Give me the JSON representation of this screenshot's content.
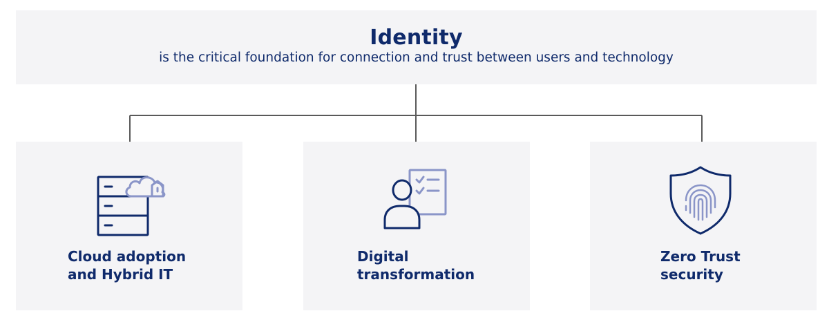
{
  "header": {
    "title": "Identity",
    "subtitle": "is the critical foundation for connection and trust between users and technology"
  },
  "pillars": [
    {
      "label": "Cloud adoption\nand Hybrid IT",
      "icon": "server-cloud-icon"
    },
    {
      "label": "Digital\ntransformation",
      "icon": "user-checklist-icon"
    },
    {
      "label": "Zero Trust\nsecurity",
      "icon": "fingerprint-shield-icon"
    }
  ],
  "colors": {
    "navy": "#0f2a6b",
    "accent": "#8a95c8",
    "panel": "#f4f4f6",
    "connector": "#5a5a5a"
  }
}
